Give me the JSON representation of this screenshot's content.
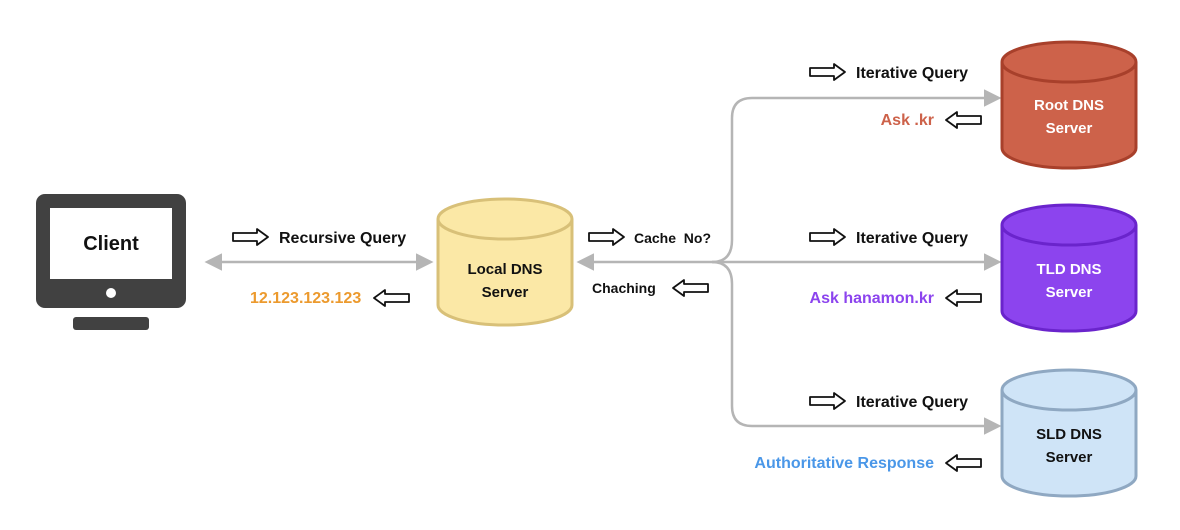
{
  "client": {
    "label": "Client",
    "icon": "monitor-icon"
  },
  "local_dns": {
    "label_line1": "Local DNS",
    "label_line2": "Server",
    "color": "#fbe8a6"
  },
  "root_dns": {
    "label_line1": "Root DNS",
    "label_line2": "Server",
    "color": "#cd624a"
  },
  "tld_dns": {
    "label_line1": "TLD DNS",
    "label_line2": "Server",
    "color": "#8c44ee"
  },
  "sld_dns": {
    "label_line1": "SLD DNS",
    "label_line2": "Server",
    "color": "#cfe4f7"
  },
  "labels": {
    "recursive_query": "Recursive Query",
    "response_ip": "12.123.123.123",
    "cache_query": "Cache  No?",
    "caching": "Chaching",
    "iterative_query_root": "Iterative Query",
    "root_response": "Ask .kr",
    "iterative_query_tld": "Iterative Query",
    "tld_response": "Ask hanamon.kr",
    "iterative_query_sld": "Iterative Query",
    "sld_response": "Authoritative Response"
  },
  "colors": {
    "ip_text": "#ec9a2e",
    "root_text": "#cd624a",
    "tld_text": "#8c44ee",
    "sld_text": "#4a97e8",
    "connector": "#b5b5b5"
  }
}
